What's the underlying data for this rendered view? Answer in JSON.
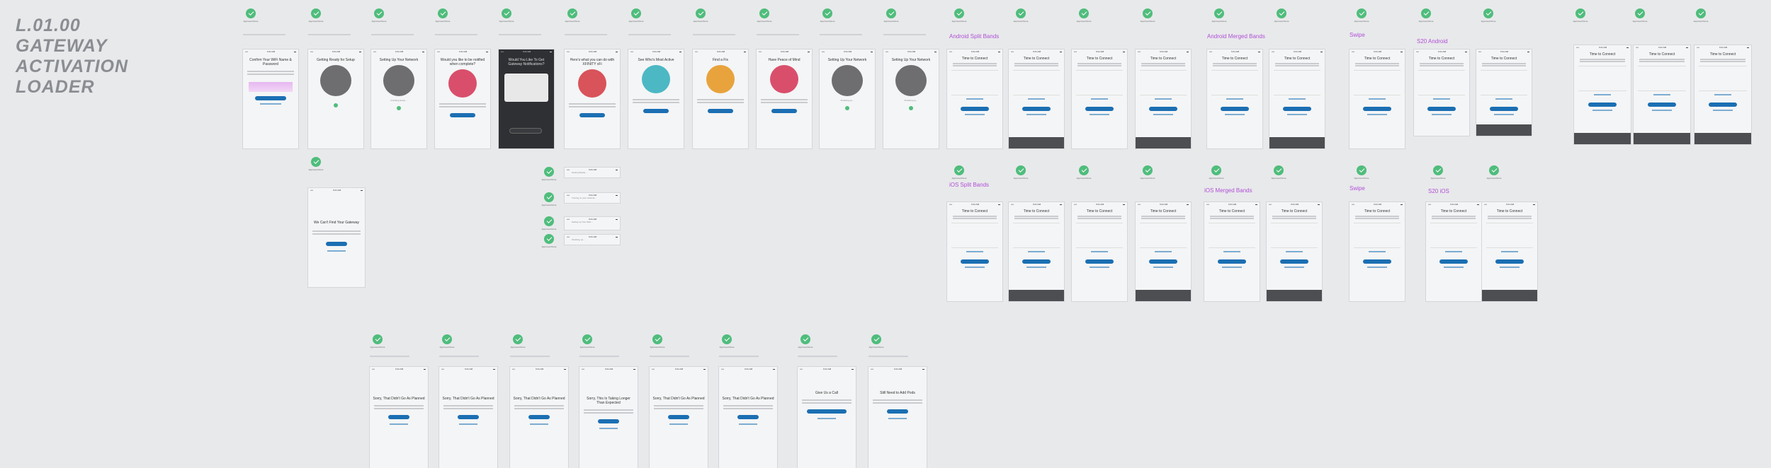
{
  "page": {
    "title_lines": [
      "L.01.00",
      "GATEWAY",
      "ACTIVATION",
      "LOADER"
    ]
  },
  "status_bar": {
    "carrier": "••••",
    "time": "9:41 AM",
    "battery": "▬"
  },
  "approval": {
    "label": "Approved Done"
  },
  "sections": {
    "android_split": "Android Split Bands",
    "android_merged": "Android Merged Bands",
    "swipe_top": "Swipe",
    "s20_android": "S20 Android",
    "ios_split": "iOS Split Bands",
    "ios_merged": "iOS Merged Bands",
    "swipe_bottom": "Swipe",
    "s20_ios": "S20 iOS"
  },
  "screens_top": [
    {
      "title": "Confirm Your WiFi Name & Password"
    },
    {
      "title": "Getting Ready for Setup"
    },
    {
      "title": "Setting Up Your Network",
      "status": "Finishing Setup..."
    },
    {
      "title": "Would you like to be notified when complete?"
    },
    {
      "title": "Would You Like To Get Gateway Notifications?"
    },
    {
      "title": "Here's what you can do with XFINITY xFi"
    },
    {
      "title": "See Who's Most Active"
    },
    {
      "title": "Find a Fix"
    },
    {
      "title": "Have Peace of Mind"
    },
    {
      "title": "Setting Up Your Network",
      "status": "Finishing up..."
    },
    {
      "title": "Setting Up Your Network",
      "status": "Finishing up..."
    }
  ],
  "connect": {
    "title": "Time to Connect"
  },
  "cant_find": {
    "title": "We Can't Find Your Gateway"
  },
  "small_cards": [
    {
      "label": "Getting Ready..."
    },
    {
      "label": "Turning on your network..."
    },
    {
      "label": "Setting up Your WiFi..."
    },
    {
      "label": "Finishing up..."
    }
  ],
  "error_screens": [
    {
      "title": "Sorry, That Didn't Go As Planned"
    },
    {
      "title": "Sorry, That Didn't Go As Planned"
    },
    {
      "title": "Sorry, That Didn't Go As Planned"
    },
    {
      "title": "Sorry, This Is Taking Longer Than Expected"
    },
    {
      "title": "Sorry, That Didn't Go As Planned"
    },
    {
      "title": "Sorry, That Didn't Go As Planned"
    },
    {
      "title": "Give Us a Call"
    },
    {
      "title": "Still Need to Add Pods"
    }
  ],
  "colors": {
    "accent": "#1b6fb3",
    "success": "#4fbd7c",
    "section": "#b04fd6",
    "screen_bg": "#f4f5f6",
    "canvas": "#e8e9eb"
  }
}
